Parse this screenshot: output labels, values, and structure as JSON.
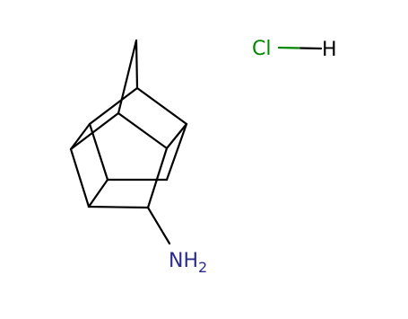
{
  "molecule": {
    "atoms": {
      "nitrogen": {
        "symbol": "NH",
        "subscript": "2",
        "color": "#2b2b8c"
      },
      "chlorine": {
        "symbol": "Cl",
        "color": "#008800"
      },
      "hydrogen": {
        "symbol": "H",
        "color": "#000000"
      }
    },
    "bond_color": "#000000"
  }
}
